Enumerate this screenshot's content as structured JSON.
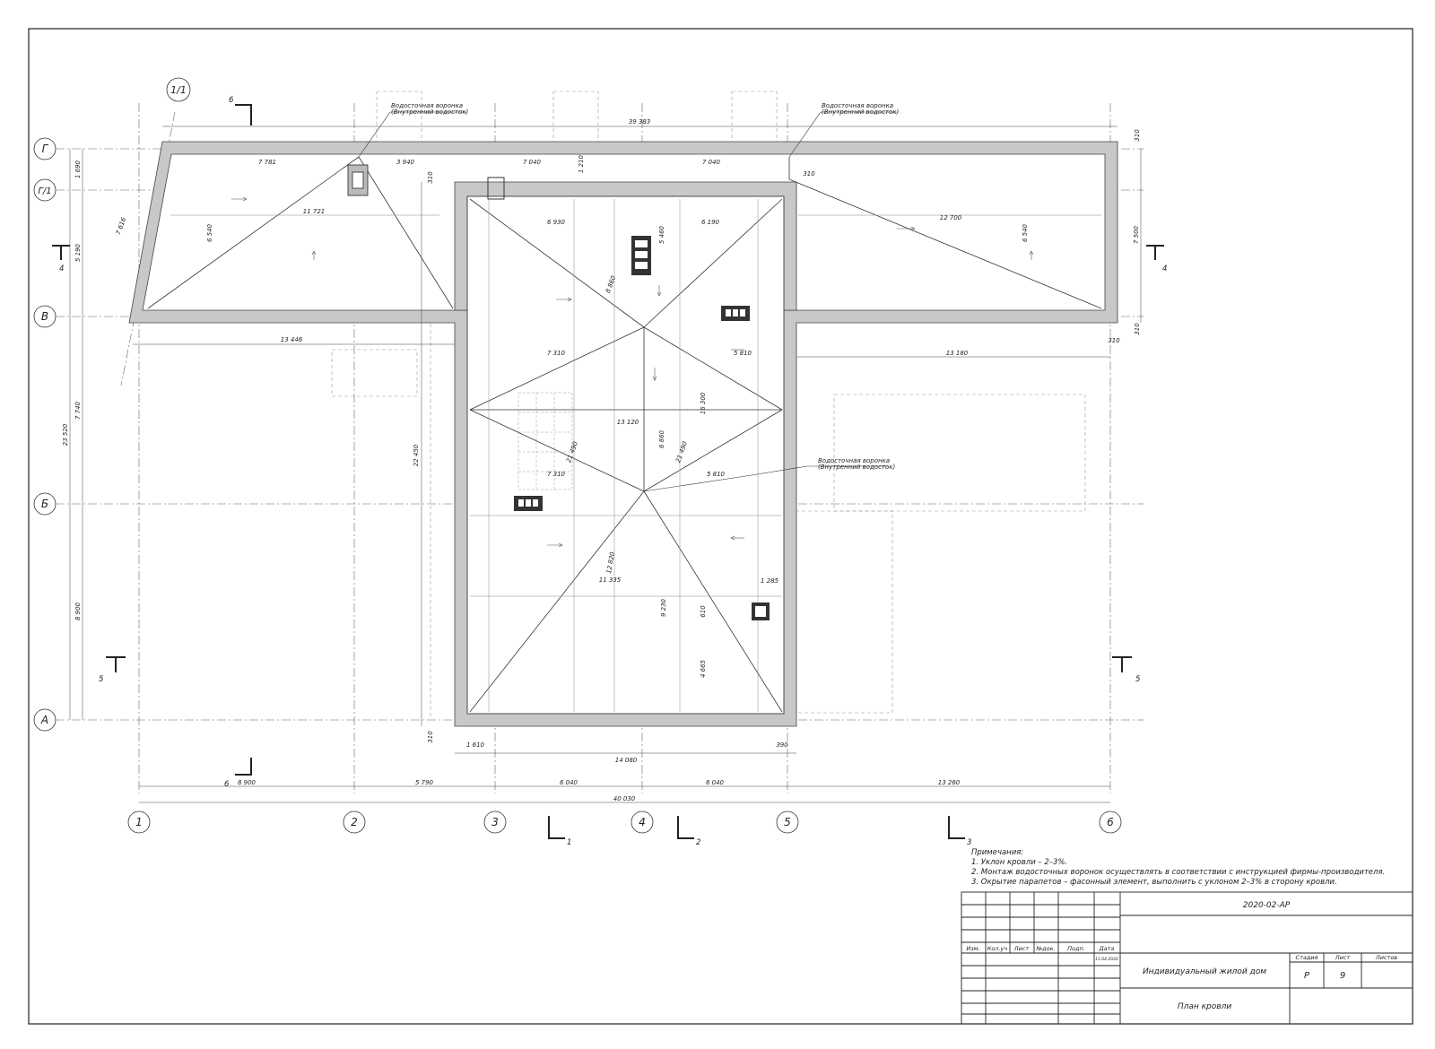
{
  "axes": {
    "columns": [
      "1",
      "2",
      "3",
      "4",
      "5",
      "6"
    ],
    "rows": [
      "Г",
      "Г/1",
      "В",
      "Б",
      "А"
    ],
    "extra": "1/1"
  },
  "sections": {
    "s6": "6",
    "s4": "4",
    "s5": "5",
    "s1": "1",
    "s2": "2",
    "s3": "3"
  },
  "labels": {
    "funnel_1": [
      "Водосточная воронка",
      "(Внутренний водосток)"
    ],
    "funnel_2": [
      "Водосточная воронка",
      "(Внутренний водосток)"
    ],
    "funnel_3": [
      "Водосточная воронка",
      "(Внутренний водосток)"
    ]
  },
  "dimensions": {
    "overall_top": "39 383",
    "top_left_a": "7 781",
    "top_left_b": "3 940",
    "top_mid_a": "7 040",
    "top_mid_gap": "1 210",
    "top_mid_b": "7 040",
    "left_11721": "11 721",
    "right_12700": "12 700",
    "left_6540": "6 540",
    "right_6540": "6 540",
    "mid_6930": "6 930",
    "mid_6190": "6 190",
    "mid_5460": "5 460",
    "diag_8860": "8 860",
    "diag_7616": "7 616",
    "left_13446": "13 446",
    "right_13180": "13 180",
    "mid_7310a": "7 310",
    "mid_5810a": "5 810",
    "mid_13120": "13 120",
    "mid_16300": "16 300",
    "mid_21490a": "21 490",
    "mid_6860": "6 860",
    "mid_21490b": "21 490",
    "mid_7310b": "7 310",
    "mid_5810b": "5 810",
    "mid_12820": "12 820",
    "mid_11335": "11 335",
    "mid_9230": "9 230",
    "mid_1285": "1 285",
    "mid_4665": "4 665",
    "mid_610": "610",
    "left_22450": "22 450",
    "v_310": "310",
    "b_1610": "1 610",
    "b_390": "390",
    "b_14080": "14 080",
    "chain_8900": "8 900",
    "chain_5790": "5 790",
    "chain_6040a": "6 040",
    "chain_6040b": "6 040",
    "chain_13260": "13 260",
    "total_40030": "40 030",
    "v_1690": "1 690",
    "v_5190": "5 190",
    "v_23520": "23 520",
    "v_7740": "7 740",
    "v_8900": "8 900",
    "r_7500": "7 500",
    "r_310a": "310",
    "r_310b": "310",
    "r_310c": "310",
    "r_310d": "310",
    "b_310": "310"
  },
  "notes": {
    "title": "Примечания:",
    "items": [
      "1. Уклон кровли – 2–3%.",
      "2. Монтаж водосточных воронок осуществлять в соответствии с инструкцией фирмы-производителя.",
      "3. Окрытие парапетов – фасонный элемент, выполнить с уклоном 2–3% в сторону кровли."
    ]
  },
  "title_block": {
    "code": "2020-02-АР",
    "headers": [
      "Изм.",
      "Кол.уч",
      "Лист",
      "№док.",
      "Подп.",
      "Дата"
    ],
    "date": "11.04.2020",
    "project": "Индивидуальный жилой дом",
    "sheet_name": "План кровли",
    "stage_label": "Стадия",
    "sheet_label": "Лист",
    "sheets_label": "Листов",
    "stage": "Р",
    "sheet": "9",
    "sheets": ""
  }
}
